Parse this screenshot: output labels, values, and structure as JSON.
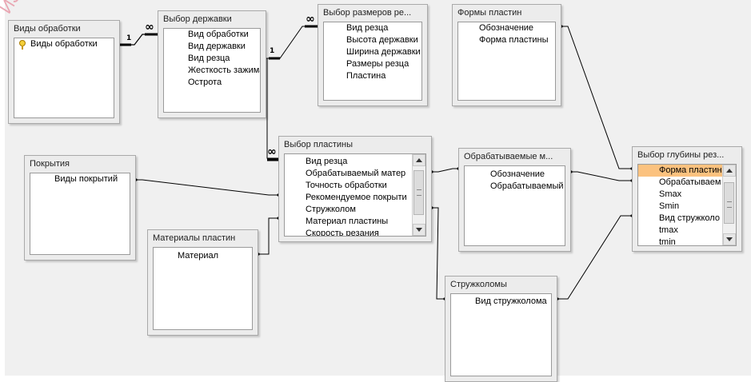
{
  "watermark": "ИЗ",
  "tables": {
    "vidy_obrabotki": {
      "title": "Виды обработки",
      "fields": [
        "Виды обработки"
      ]
    },
    "vybor_derzhavki": {
      "title": "Выбор державки",
      "fields": [
        "Вид обработки",
        "Вид державки",
        "Вид резца",
        "Жесткость зажима",
        "Острота"
      ]
    },
    "vybor_razmerov": {
      "title": "Выбор размеров ре...",
      "fields": [
        "Вид резца",
        "Высота державки",
        "Ширина державки",
        "Размеры резца",
        "Пластина"
      ]
    },
    "formy_plastin": {
      "title": "Формы пластин",
      "fields": [
        "Обозначение",
        "Форма пластины"
      ]
    },
    "vybor_plastiny": {
      "title": "Выбор пластины",
      "fields": [
        "Вид резца",
        "Обрабатываемый матер",
        "Точность обработки",
        "Рекомендуемое покрыти",
        "Стружколом",
        "Материал пластины",
        "Скорость резания"
      ]
    },
    "obrabatyvaemye": {
      "title": "Обрабатываемые м...",
      "fields": [
        "Обозначение",
        "Обрабатываемый"
      ]
    },
    "vybor_glubiny": {
      "title": "Выбор глубины рез...",
      "fields": [
        "Форма пластин",
        "Обрабатываем",
        "Smax",
        "Smin",
        "Вид стружколо",
        "tmax",
        "tmin"
      ]
    },
    "pokrytiya": {
      "title": "Покрытия",
      "fields": [
        "Виды покрытий"
      ]
    },
    "materialy": {
      "title": "Материалы пластин",
      "fields": [
        "Материал"
      ]
    },
    "struzhkolomy": {
      "title": "Стружколомы",
      "fields": [
        "Вид стружколома"
      ]
    }
  },
  "cardinality": {
    "one": "1",
    "many": "∞"
  }
}
